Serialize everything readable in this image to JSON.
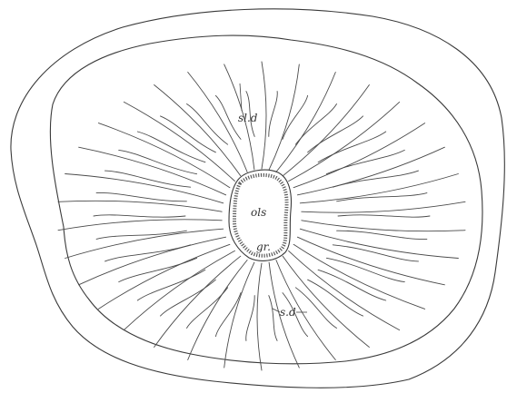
{
  "figure": {
    "labels": {
      "sld": "sl.d",
      "ols": "ols",
      "gr": "gr.",
      "sd": "s.d"
    },
    "colors": {
      "ink": "#3a3a3a",
      "stipple": "#5a5a5a",
      "paper": "#ffffff"
    }
  }
}
